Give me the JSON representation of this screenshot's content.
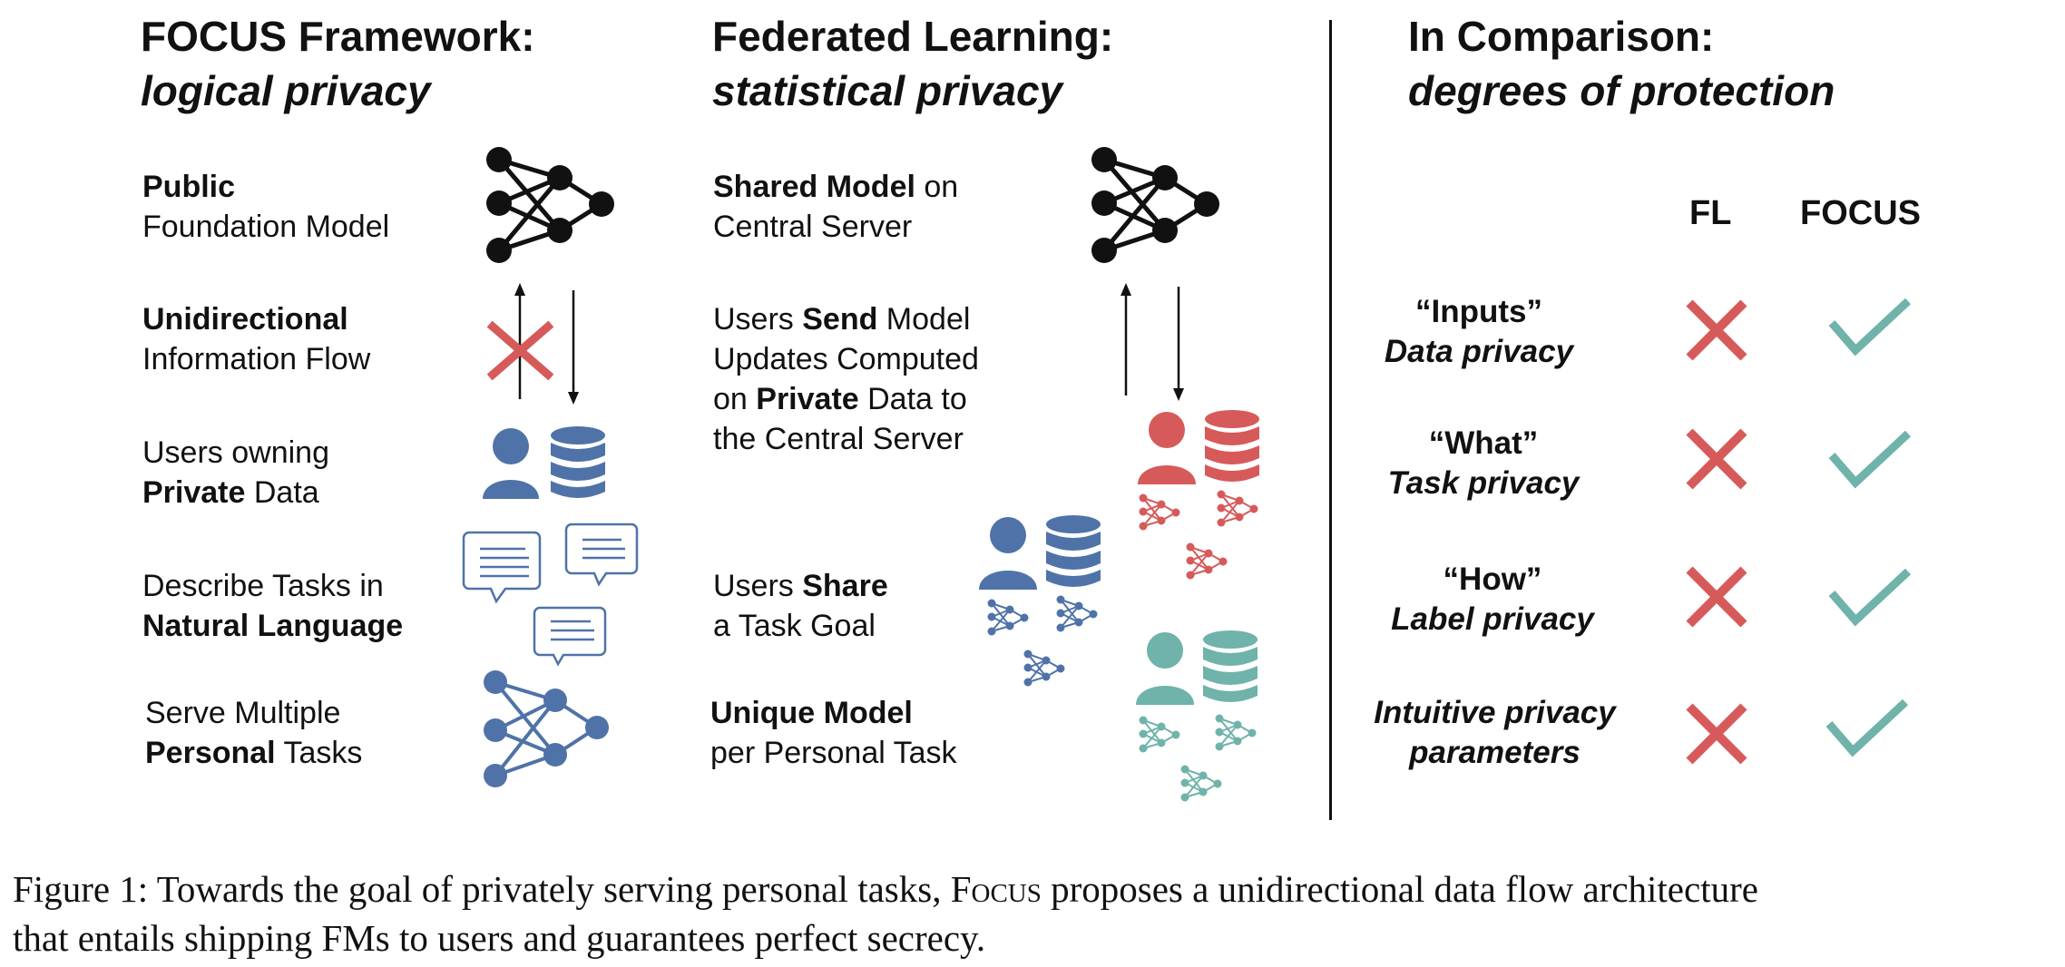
{
  "focus": {
    "title_line1": "FOCUS Framework:",
    "title_line2": "logical privacy",
    "rows": [
      {
        "bold": "Public",
        "rest": "Foundation Model"
      },
      {
        "bold": "Unidirectional",
        "rest": "Information Flow"
      },
      {
        "pre": "Users owning",
        "bold": "Private",
        "post": " Data"
      },
      {
        "pre": "Describe Tasks in",
        "bold": "Natural Language"
      },
      {
        "pre": "Serve Multiple",
        "bold": "Personal",
        "post": " Tasks"
      }
    ]
  },
  "fl": {
    "title_line1": "Federated Learning:",
    "title_line2": "statistical privacy",
    "rows": [
      {
        "bold": "Shared Model",
        "post": " on",
        "line2": "Central Server"
      },
      {
        "l1_pre": "Users ",
        "l1_bold": "Send",
        "l1_post": " Model",
        "l2": "Updates Computed",
        "l3_pre": "on ",
        "l3_bold": "Private",
        "l3_post": " Data to",
        "l4": "the Central Server"
      },
      {
        "pre": "Users ",
        "bold": "Share",
        "line2": "a Task Goal"
      },
      {
        "bold": "Unique Model",
        "line2": "per Personal Task"
      }
    ]
  },
  "comparison": {
    "title_line1": "In Comparison:",
    "title_line2": "degrees of protection",
    "col_fl": "FL",
    "col_focus": "FOCUS",
    "rows": [
      {
        "line1": "“Inputs”",
        "line2": "Data privacy"
      },
      {
        "line1": "“What”",
        "line2": "Task privacy"
      },
      {
        "line1": "“How”",
        "line2": "Label privacy"
      },
      {
        "line1": "Intuitive privacy",
        "line2": "parameters"
      }
    ]
  },
  "caption": {
    "line1_pre": "Figure 1: Towards the goal of privately serving personal tasks, ",
    "line1_focus": "Focus",
    "line1_post": " proposes a unidirectional data flow architecture",
    "line2": "that entails shipping FMs to users and guarantees perfect secrecy."
  },
  "colors": {
    "black": "#111111",
    "blue": "#4f73a8",
    "red": "#d75a5a",
    "teal": "#6fb3aa"
  },
  "icons": [
    "neural-network-icon",
    "user-icon",
    "database-icon",
    "chat-bubble-icon",
    "cross-icon",
    "check-icon",
    "arrow-up-icon",
    "arrow-down-icon"
  ]
}
